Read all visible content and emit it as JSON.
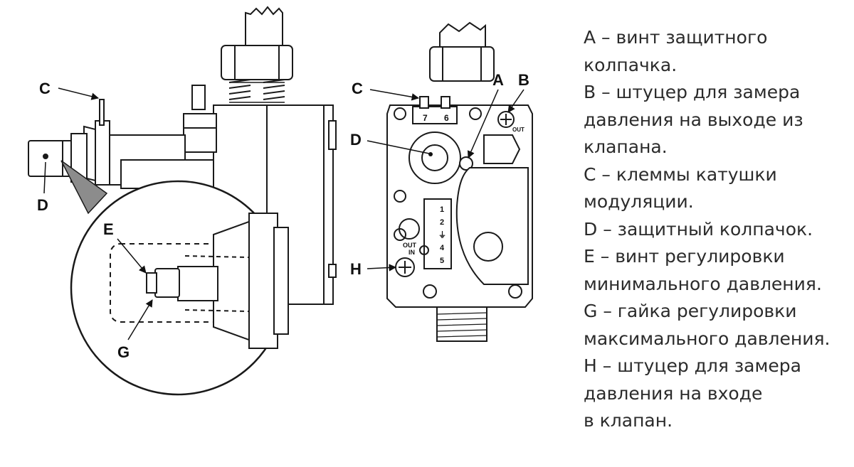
{
  "labels": {
    "left_view": {
      "c": "C",
      "d": "D",
      "e": "E",
      "g": "G"
    },
    "front_view": {
      "c": "C",
      "a": "A",
      "b": "B",
      "d": "D",
      "h": "H"
    },
    "body_markings": {
      "terminal_left": "7",
      "terminal_right": "6",
      "out_small": "OUT",
      "out": "OUT",
      "in": "IN",
      "pins": [
        "1",
        "2",
        "⏚",
        "4",
        "5"
      ]
    }
  },
  "legend": {
    "entries": [
      {
        "lines": [
          "A – винт защитного",
          "колпачка."
        ]
      },
      {
        "lines": [
          "B – штуцер для замера",
          "давления на выходе из",
          "клапана."
        ]
      },
      {
        "lines": [
          "C – клеммы катушки",
          "модуляции."
        ]
      },
      {
        "lines": [
          "D – защитный колпачок."
        ]
      },
      {
        "lines": [
          "E – винт регулировки",
          "минимального давления."
        ]
      },
      {
        "lines": [
          "G – гайка регулировки",
          "максимального давления."
        ]
      },
      {
        "lines": [
          "H – штуцер для замера",
          "давления на входе",
          "в клапан."
        ]
      }
    ]
  },
  "colors": {
    "line": "#1a1a1a",
    "shade": "#8c8c8c",
    "text": "#2b2b2b"
  }
}
